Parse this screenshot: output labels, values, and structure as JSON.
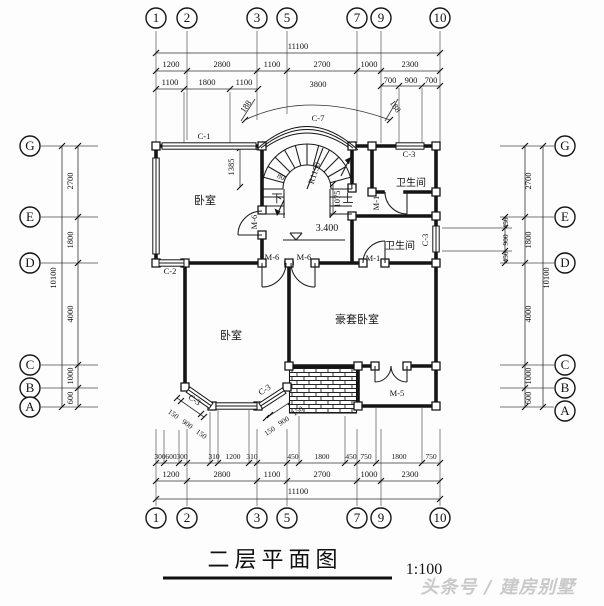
{
  "title": {
    "text": "二层平面图",
    "scale": "1:100"
  },
  "watermark": "头条号 / 建房别墅",
  "grid": {
    "cols": [
      "1",
      "2",
      "3",
      "5",
      "7",
      "9",
      "10"
    ],
    "rows": [
      "G",
      "E",
      "D",
      "C",
      "B",
      "A"
    ]
  },
  "dims": {
    "h_total": "11100",
    "h_main": [
      "1200",
      "2800",
      "1100",
      "2700",
      "1000",
      "2300"
    ],
    "top_sub_left": [
      "1100",
      "1800",
      "1100"
    ],
    "top_arc": "3800",
    "arc_188_left": "188",
    "arc_188_right": "188",
    "top_sub_right": [
      "700",
      "900",
      "700"
    ],
    "v_total": "10100",
    "v_rows": [
      "2700",
      "1800",
      "4000",
      "1000",
      "600"
    ],
    "right_sub": [
      "450",
      "900",
      "450"
    ],
    "bottom_small": [
      "300",
      "600",
      "300",
      "310",
      "1200",
      "310",
      "450",
      "1800",
      "450",
      "750",
      "1800",
      "750"
    ],
    "bay_left": [
      "150",
      "900",
      "150"
    ],
    "bay_right": [
      "150",
      "900",
      "150"
    ],
    "stair_width": "1385",
    "stair_run": "1075",
    "stair_radius": "R1150",
    "stair_tread": "80"
  },
  "levels": {
    "floor": "3.400"
  },
  "rooms": {
    "bedroom_nw": "卧室",
    "bedroom_sw": "卧室",
    "master": "豪套卧室",
    "bath_upper": "卫生间",
    "bath_lower": "卫生间"
  },
  "stair": {
    "down": "下",
    "up": "上"
  },
  "openings": {
    "c1": "C-1",
    "c2": "C-2",
    "c7": "C-7",
    "c3_top": "C-3",
    "c3_right": "C-3",
    "c3_bay_left": "C-3",
    "c3_bay_right": "C-3",
    "m6_bedroom": "M-6",
    "m6_hall_left": "M-6",
    "m6_hall_right": "M-6",
    "m1_upper": "M-1",
    "m1_lower": "M-1",
    "m5": "M-5"
  }
}
